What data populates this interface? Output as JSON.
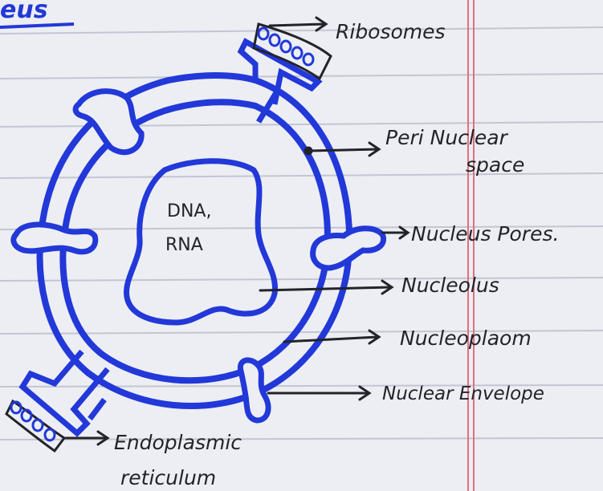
{
  "heading_fragment": "eus",
  "colors": {
    "paper": "#eceef3",
    "ruled_line": "#c3c6d2",
    "margin_line": "#e0707c",
    "marker_blue": "#2238d8",
    "pen_black": "#23232b"
  },
  "center_label": {
    "line1": "DNA,",
    "line2": "RNA"
  },
  "labels": {
    "ribosomes": "Ribosomes",
    "perinuclear_line1": "Peri Nuclear",
    "perinuclear_line2": "space",
    "nuclear_pores": "Nucleus Pores.",
    "nucleolus": "Nucleolus",
    "nucleoplasm": "Nucleoplaom",
    "nuclear_envelope": "Nuclear Envelope",
    "er_line1": "Endoplasmic",
    "er_line2": "reticulum"
  }
}
